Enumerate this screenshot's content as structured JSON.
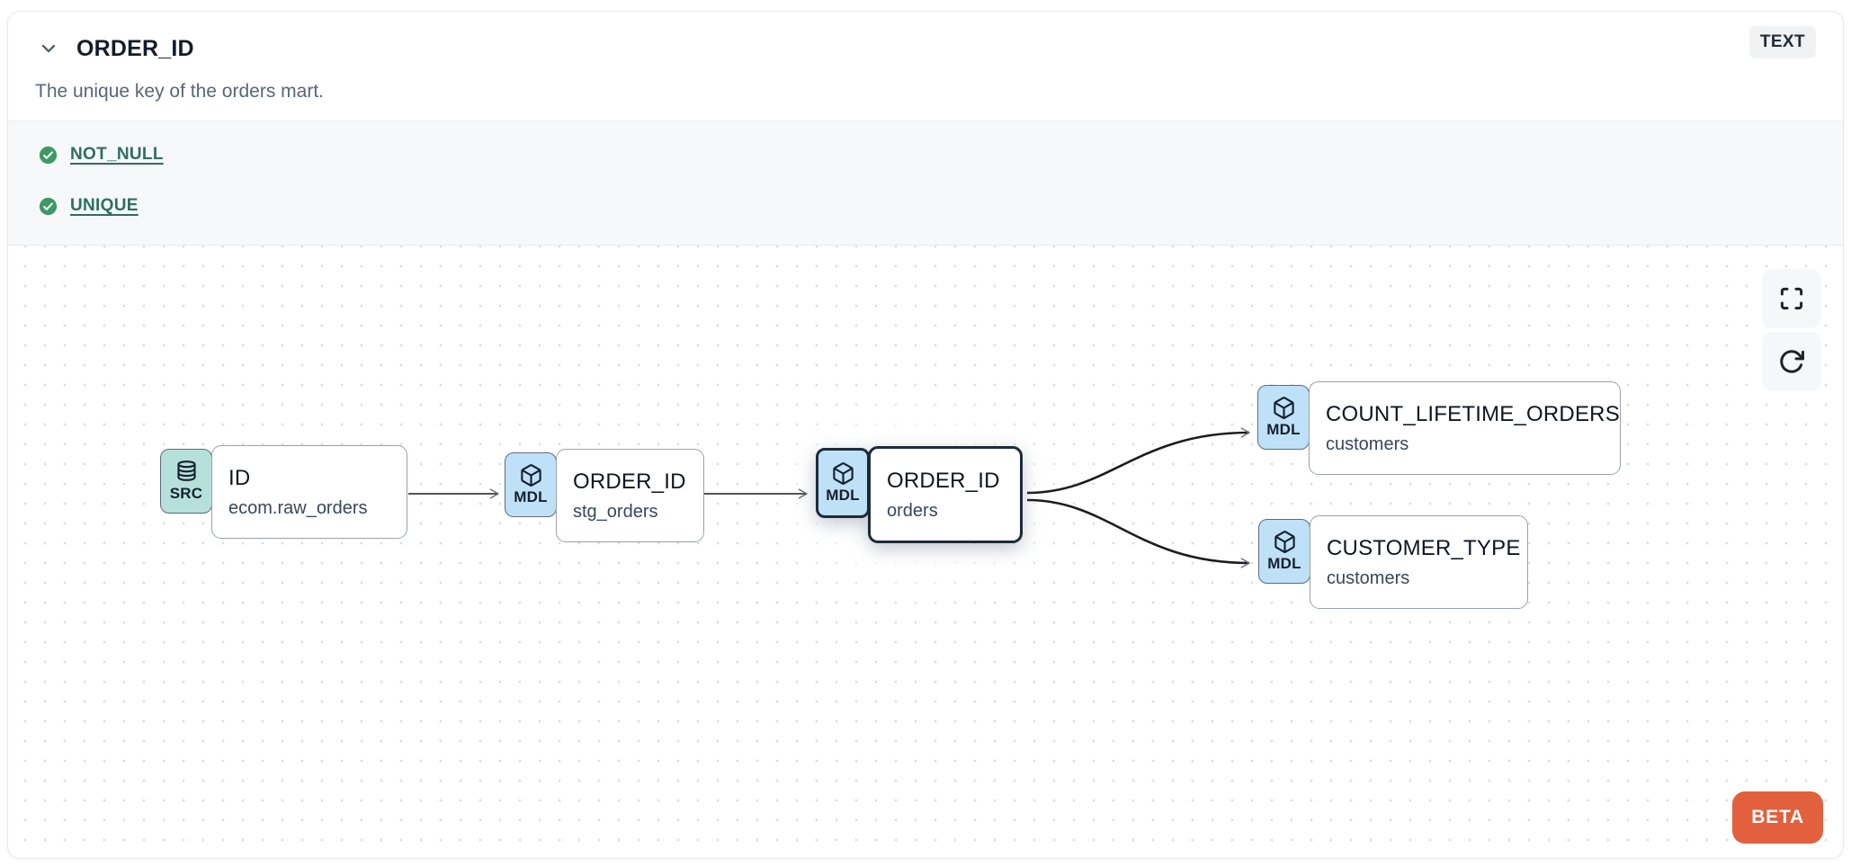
{
  "header": {
    "title": "ORDER_ID",
    "type_badge": "TEXT",
    "description": "The unique key of the orders mart."
  },
  "tests": {
    "items": [
      {
        "name": "NOT_NULL",
        "status": "pass",
        "icon": "check-circle-icon"
      },
      {
        "name": "UNIQUE",
        "status": "pass",
        "icon": "check-circle-icon"
      }
    ]
  },
  "lineage": {
    "nodes": [
      {
        "badge": "SRC",
        "icon": "database-icon",
        "title": "ID",
        "subtitle": "ecom.raw_orders",
        "selected": false
      },
      {
        "badge": "MDL",
        "icon": "cube-icon",
        "title": "ORDER_ID",
        "subtitle": "stg_orders",
        "selected": false
      },
      {
        "badge": "MDL",
        "icon": "cube-icon",
        "title": "ORDER_ID",
        "subtitle": "orders",
        "selected": true
      },
      {
        "badge": "MDL",
        "icon": "cube-icon",
        "title": "COUNT_LIFETIME_ORDERS",
        "subtitle": "customers",
        "selected": false
      },
      {
        "badge": "MDL",
        "icon": "cube-icon",
        "title": "CUSTOMER_TYPE",
        "subtitle": "customers",
        "selected": false
      }
    ],
    "controls": {
      "fullscreen": "fullscreen-icon",
      "refresh": "refresh-icon"
    },
    "beta_label": "BETA"
  },
  "colors": {
    "beta_bg": "#E2603D",
    "src_badge_bg": "#B6E1DB",
    "mdl_badge_bg": "#BEE1F8",
    "check_green": "#3D9A62",
    "test_link": "#2E6E62",
    "selected_border": "#1E2A3A"
  }
}
